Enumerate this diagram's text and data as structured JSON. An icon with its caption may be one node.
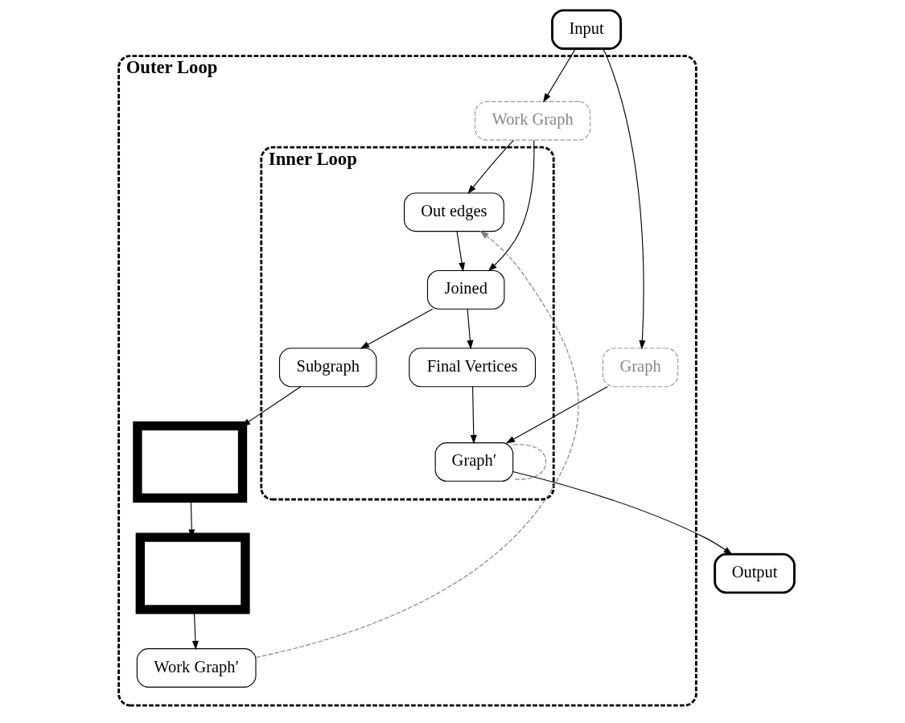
{
  "diagram": {
    "nodes": [
      {
        "text": [
          "Input"
        ]
      },
      {
        "text": [
          "Outer Loop"
        ]
      },
      {
        "text": [
          "Graph"
        ],
        "in": 1
      },
      {
        "text": [
          "Work Graph"
        ],
        "in": 1
      },
      {
        "text": [
          "Inner Loop"
        ],
        "in": 1
      },
      {
        "text": [
          "Out edges"
        ],
        "in": 4
      },
      {
        "text": [
          "Joined"
        ],
        "in": 4
      },
      {
        "text": [
          "Graph′"
        ],
        "in": 4
      },
      {
        "text": [
          "Final Vertices"
        ],
        "in": 4
      },
      {
        "text": [
          "Subgraph"
        ],
        "in": 4
      },
      {
        "text": [
          "Output"
        ]
      },
      {
        "text": [],
        "shape": "box",
        "in": 1
      },
      {
        "text": [],
        "shape": "box",
        "in": 1
      },
      {
        "text": [
          "Work Graph′"
        ],
        "in": 1
      }
    ],
    "edges": [
      {
        "from": 0,
        "to": 2,
        "arrow": "to"
      },
      {
        "from": 0,
        "to": 3,
        "arrow": "to"
      },
      {
        "from": 3,
        "to": 5,
        "arrow": "to"
      },
      {
        "from": 3,
        "to": 6,
        "arrow": "to"
      },
      {
        "from": 2,
        "to": 7,
        "arrow": "to"
      },
      {
        "from": 5,
        "to": 6,
        "arrow": "to"
      },
      {
        "from": 6,
        "to": 8,
        "arrow": "to"
      },
      {
        "from": 8,
        "to": 7,
        "arrow": "to"
      },
      {
        "from": 7,
        "to": 10,
        "arrow": "to"
      },
      {
        "from": 6,
        "to": 9,
        "arrow": "to"
      },
      {
        "from": 9,
        "to": 11,
        "arrow": "to"
      },
      {
        "from": 11,
        "to": 12,
        "arrow": "to"
      },
      {
        "from": 12,
        "to": 13,
        "arrow": "to"
      },
      {
        "from": 13,
        "to": 5,
        "arrow": "to",
        "style": "dashed",
        "color": "#808080"
      },
      {
        "from": 7,
        "to": 7,
        "arrow": "none",
        "style": "dashed",
        "color": "#808080"
      }
    ]
  }
}
